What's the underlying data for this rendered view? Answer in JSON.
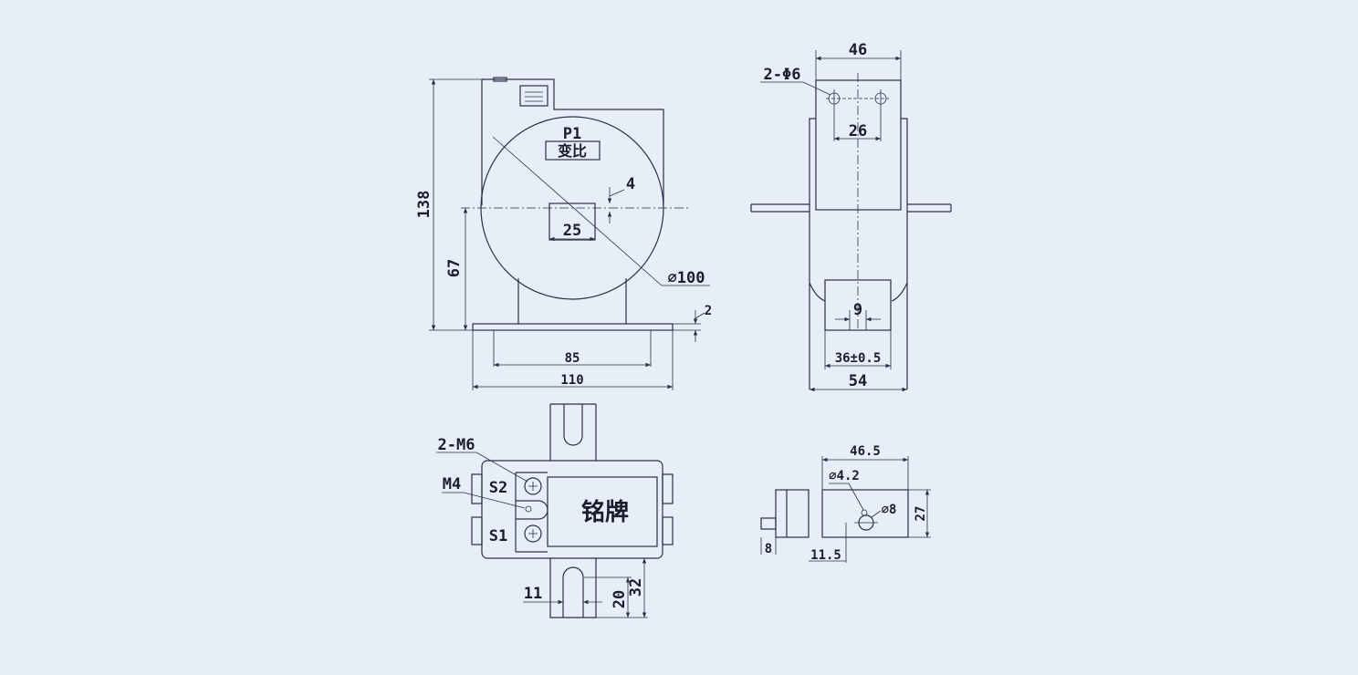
{
  "front_view": {
    "p1": "P1",
    "ratio": "变比",
    "dims": {
      "height": "138",
      "center_height": "67",
      "slot_height": "4",
      "slot_width": "25",
      "diameter": "⌀100",
      "base_thickness": "2",
      "inner_width": "85",
      "outer_width": "110"
    }
  },
  "side_view": {
    "dims": {
      "top_width": "46",
      "holes": "2-Φ6",
      "hole_spacing": "26",
      "slot": "9",
      "base_spacing": "36±0.5",
      "total_width": "54"
    }
  },
  "bottom_view": {
    "labels": {
      "m6": "2-M6",
      "m4": "M4",
      "s2": "S2",
      "s1": "S1",
      "nameplate": "铭牌"
    },
    "dims": {
      "slot_width": "11",
      "slot_depth": "20",
      "tab_depth": "32"
    }
  },
  "detail_view": {
    "dims": {
      "width": "46.5",
      "small_hole": "⌀4.2",
      "hole": "⌀8",
      "height": "27",
      "offset": "11.5",
      "tab": "8"
    }
  }
}
